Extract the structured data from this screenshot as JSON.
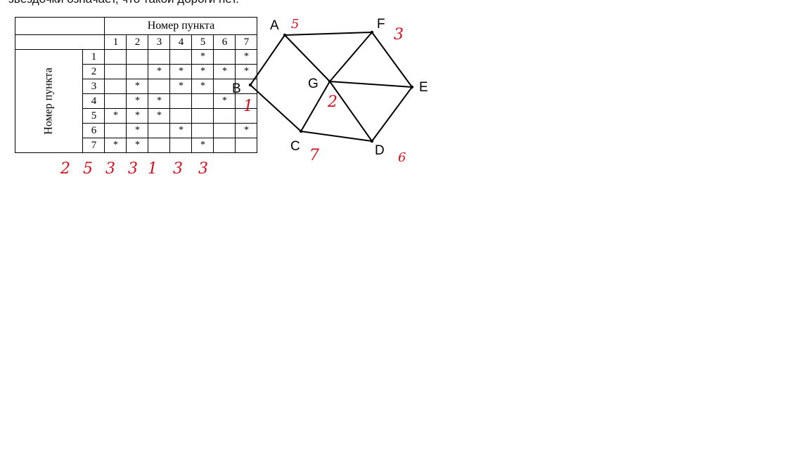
{
  "intro_text": "звёздочки означает, что такой дороги нет.",
  "table": {
    "header_title": "Номер пункта",
    "side_title": "Номер пункта",
    "columns": [
      "1",
      "2",
      "3",
      "4",
      "5",
      "6",
      "7"
    ],
    "rows": [
      {
        "label": "1",
        "cells": [
          "",
          "",
          "",
          "",
          "*",
          "",
          "*"
        ]
      },
      {
        "label": "2",
        "cells": [
          "",
          "",
          "*",
          "*",
          "*",
          "*",
          "*"
        ]
      },
      {
        "label": "3",
        "cells": [
          "",
          "*",
          "",
          "*",
          "*",
          "",
          ""
        ]
      },
      {
        "label": "4",
        "cells": [
          "",
          "*",
          "*",
          "",
          "",
          "*",
          ""
        ]
      },
      {
        "label": "5",
        "cells": [
          "*",
          "*",
          "*",
          "",
          "",
          "",
          ""
        ]
      },
      {
        "label": "6",
        "cells": [
          "",
          "*",
          "",
          "*",
          "",
          "",
          "*"
        ]
      },
      {
        "label": "7",
        "cells": [
          "*",
          "*",
          "",
          "",
          "*",
          "",
          ""
        ]
      }
    ]
  },
  "handwritten_under_columns": [
    "2",
    "5",
    "3",
    "3",
    "1",
    "3",
    "3"
  ],
  "graph": {
    "nodes": [
      {
        "id": "A",
        "label": "A",
        "note": "5"
      },
      {
        "id": "F",
        "label": "F",
        "note": "3"
      },
      {
        "id": "B",
        "label": "B",
        "note": "1"
      },
      {
        "id": "G",
        "label": "G",
        "note": "2"
      },
      {
        "id": "E",
        "label": "E",
        "note": ""
      },
      {
        "id": "C",
        "label": "C",
        "note": "7"
      },
      {
        "id": "D",
        "label": "D",
        "note": "6"
      }
    ],
    "edges": [
      [
        "A",
        "F"
      ],
      [
        "A",
        "B"
      ],
      [
        "A",
        "G"
      ],
      [
        "B",
        "C"
      ],
      [
        "F",
        "G"
      ],
      [
        "F",
        "E"
      ],
      [
        "G",
        "E"
      ],
      [
        "G",
        "C"
      ],
      [
        "G",
        "D"
      ],
      [
        "C",
        "D"
      ],
      [
        "E",
        "D"
      ]
    ],
    "line_color": "#000000",
    "note_color": "#d0101e"
  }
}
